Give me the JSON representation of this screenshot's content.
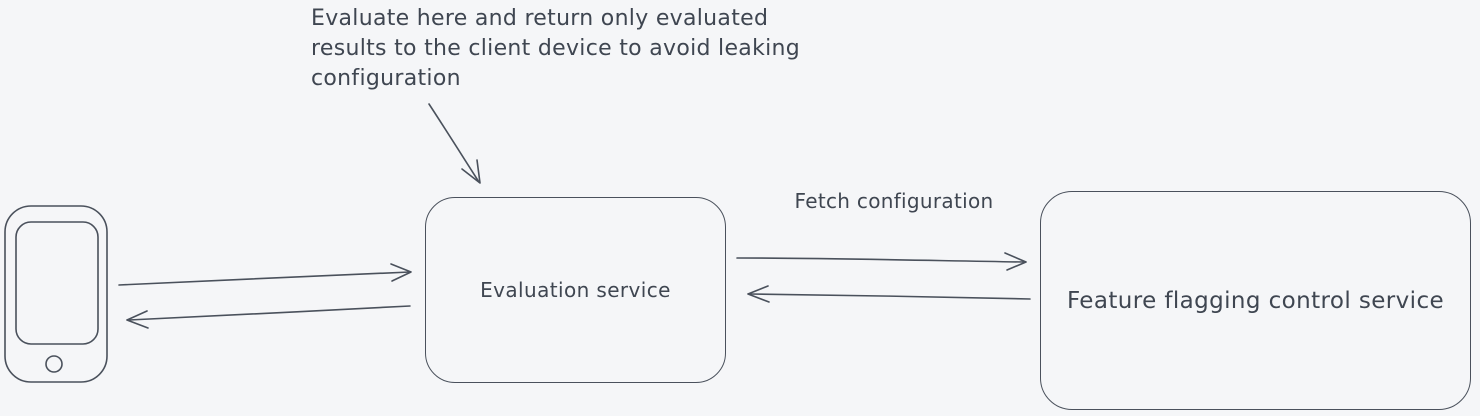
{
  "diagram": {
    "type": "flow-diagram",
    "style": "hand-drawn-excalidraw",
    "colors": {
      "background": "#f5f6f8",
      "stroke": "#4a515c",
      "text": "#3f4651"
    },
    "annotation": {
      "lines": [
        "Evaluate here and return only evaluated",
        "results to the client device to avoid leaking",
        "configuration"
      ],
      "points_to": "evaluation_service"
    },
    "nodes": {
      "client_device": {
        "icon": "mobile-phone-icon",
        "label": ""
      },
      "evaluation_service": {
        "label": "Evaluation service"
      },
      "feature_flagging_control_service": {
        "label": "Feature flagging control service"
      }
    },
    "edges": {
      "client_to_evaluation": {
        "label": "",
        "direction": "right"
      },
      "evaluation_to_client": {
        "label": "",
        "direction": "left"
      },
      "evaluation_to_control": {
        "label": "Fetch configuration",
        "direction": "right"
      },
      "control_to_evaluation": {
        "label": "",
        "direction": "left"
      }
    }
  }
}
